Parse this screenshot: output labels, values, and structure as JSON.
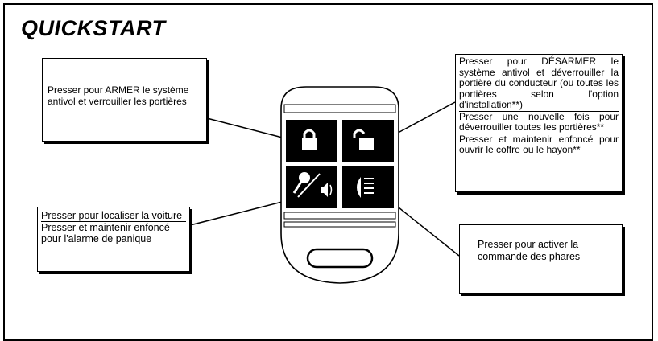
{
  "title": "QUICKSTART",
  "callouts": {
    "arm": "Presser pour ARMER le système antivol et verrouiller les portières",
    "disarm": {
      "line1": "Presser pour DÉSARMER le système antivol et déverrouiller la portière du conducteur (ou toutes les portières selon l'option d'installation**)",
      "line2": "Presser une nouvelle fois pour déverrouiller toutes les portières**",
      "line3": "Presser et maintenir enfoncé pour ouvrir le coffre ou le hayon**"
    },
    "panic": {
      "line1": "Presser pour localiser la voiture",
      "line2": "Presser et maintenir enfoncé pour l'alarme de panique"
    },
    "lights": "Presser pour activer la commande des phares"
  },
  "icons": [
    "lock-icon",
    "unlock-icon",
    "locate-panic-icon",
    "headlight-icon"
  ]
}
